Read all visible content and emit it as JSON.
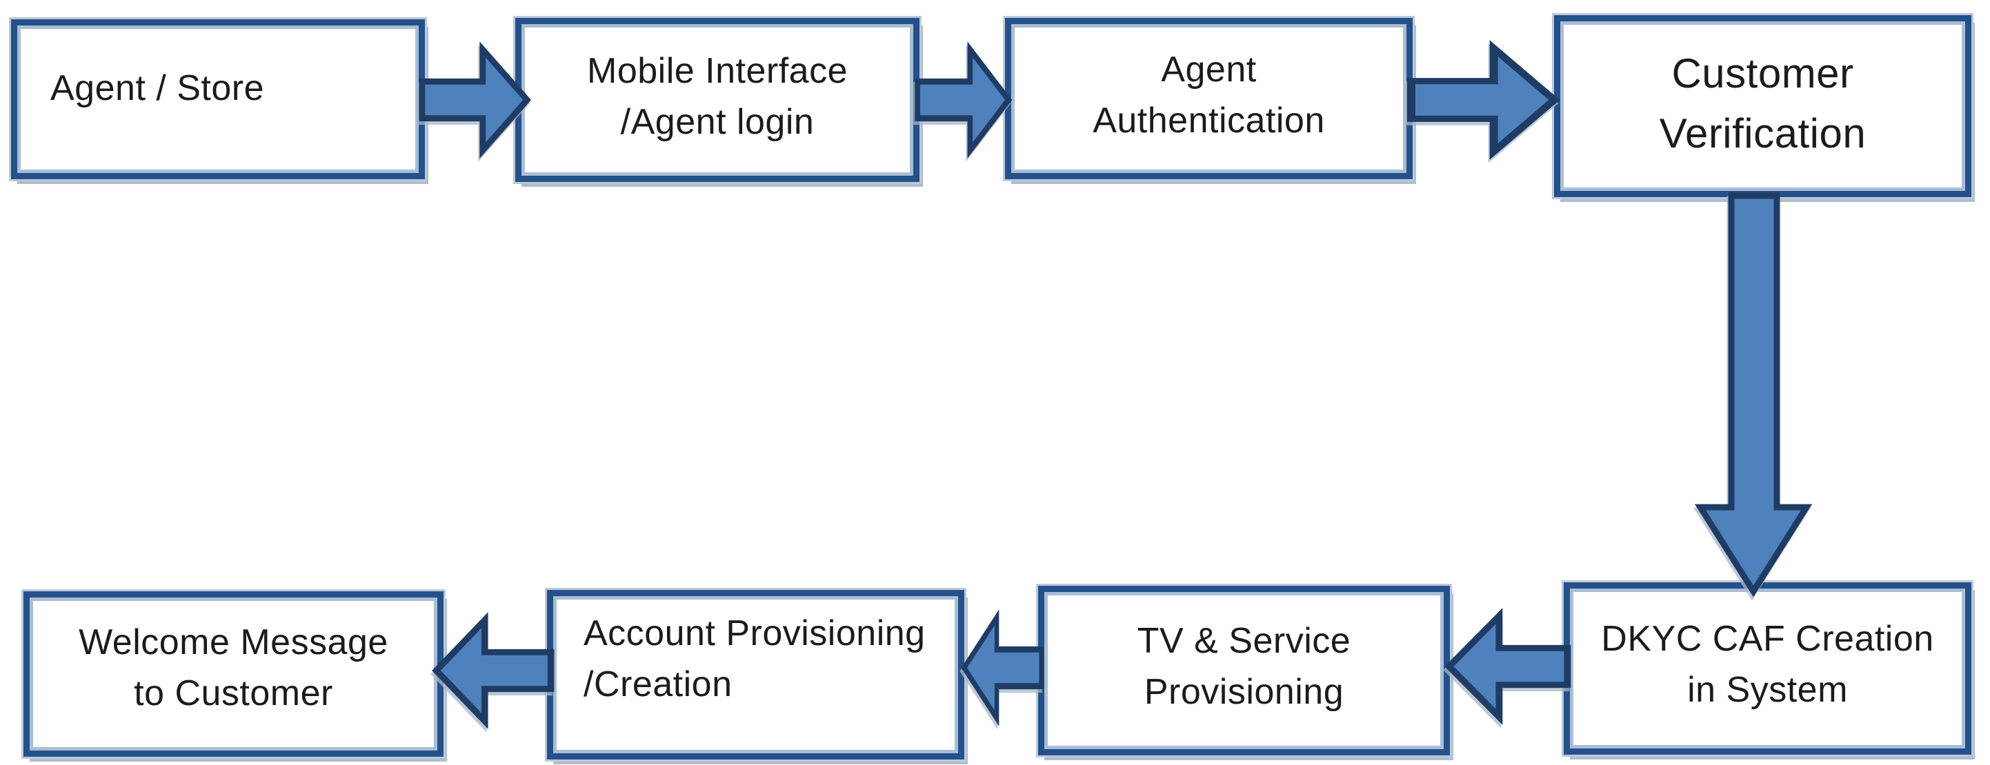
{
  "colors": {
    "background": "#FFFFFF",
    "box_border": "#24518A",
    "box_inner_highlight": "#A9BDD6",
    "box_outer_halo": "#BCC9D9",
    "box_shadow": "#AFBDCE",
    "arrow_fill": "#4F81BD",
    "arrow_outline": "#1F3C64",
    "text": "#1B1B1B"
  },
  "flow": {
    "nodes": [
      {
        "id": "agent-store",
        "lines": [
          "Agent / Store"
        ]
      },
      {
        "id": "mobile-interface-agent-login",
        "lines": [
          "Mobile Interface",
          "/Agent login"
        ]
      },
      {
        "id": "agent-authentication",
        "lines": [
          "Agent",
          "Authentication"
        ]
      },
      {
        "id": "customer-verification",
        "lines": [
          "Customer",
          "Verification"
        ]
      },
      {
        "id": "dkyc-caf-creation-in-system",
        "lines": [
          "DKYC CAF Creation",
          "in System"
        ]
      },
      {
        "id": "tv-service-provisioning",
        "lines": [
          "TV & Service",
          "Provisioning"
        ]
      },
      {
        "id": "account-provisioning-creation",
        "lines": [
          "Account Provisioning",
          "/Creation"
        ]
      },
      {
        "id": "welcome-message-to-customer",
        "lines": [
          "Welcome Message",
          "to Customer"
        ]
      }
    ],
    "connections": [
      {
        "from": "agent-store",
        "to": "mobile-interface-agent-login",
        "direction": "right"
      },
      {
        "from": "mobile-interface-agent-login",
        "to": "agent-authentication",
        "direction": "right"
      },
      {
        "from": "agent-authentication",
        "to": "customer-verification",
        "direction": "right"
      },
      {
        "from": "customer-verification",
        "to": "dkyc-caf-creation-in-system",
        "direction": "down"
      },
      {
        "from": "dkyc-caf-creation-in-system",
        "to": "tv-service-provisioning",
        "direction": "left"
      },
      {
        "from": "tv-service-provisioning",
        "to": "account-provisioning-creation",
        "direction": "left"
      },
      {
        "from": "account-provisioning-creation",
        "to": "welcome-message-to-customer",
        "direction": "left"
      }
    ]
  }
}
